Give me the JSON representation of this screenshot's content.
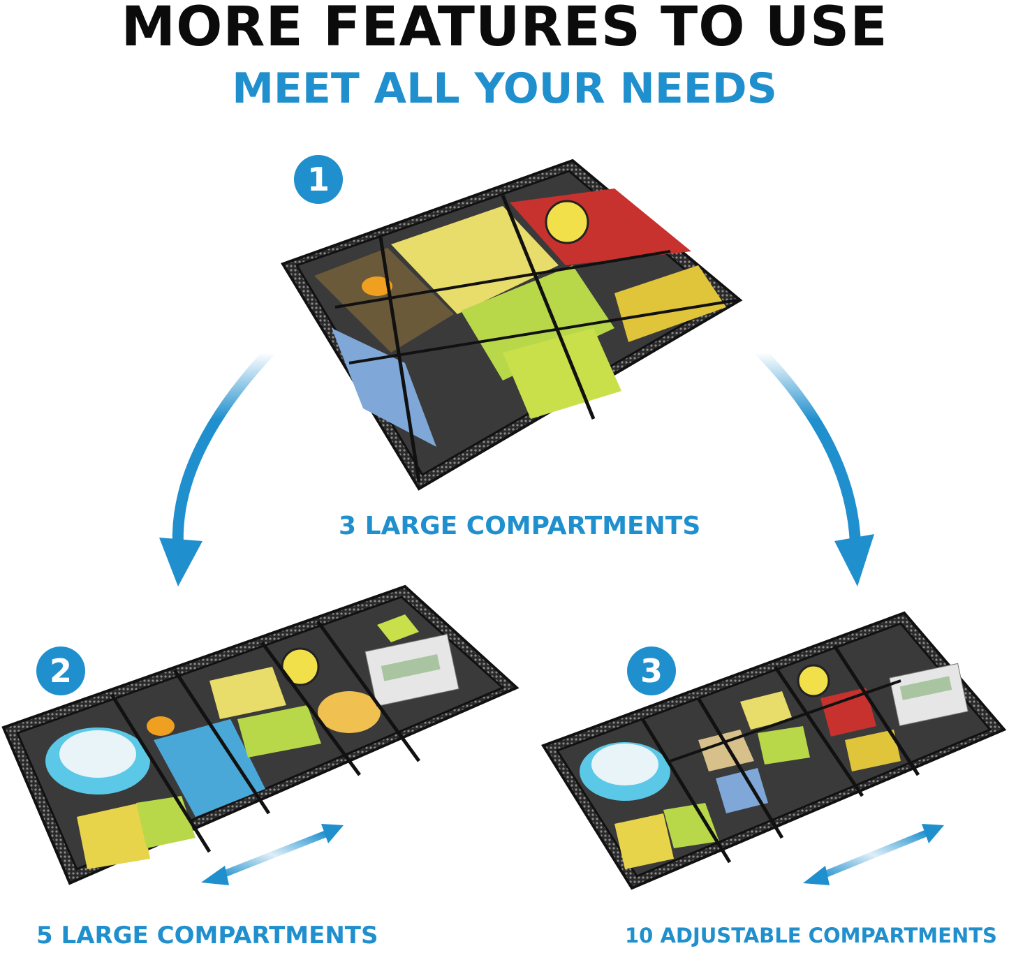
{
  "header": {
    "title": "MORE FEATURES TO USE",
    "subtitle": "MEET ALL YOUR NEEDS"
  },
  "colors": {
    "accent": "#1f8fcd",
    "title": "#0b0b0b",
    "mesh": "#1a1a1a"
  },
  "configs": [
    {
      "number": "1",
      "caption": "3 LARGE COMPARTMENTS"
    },
    {
      "number": "2",
      "caption": "5 LARGE COMPARTMENTS"
    },
    {
      "number": "3",
      "caption": "10 ADJUSTABLE COMPARTMENTS"
    }
  ],
  "icons": {
    "curved_arrows": "curved-arrow-down-icon",
    "slide_arrows": "double-arrow-icon"
  }
}
